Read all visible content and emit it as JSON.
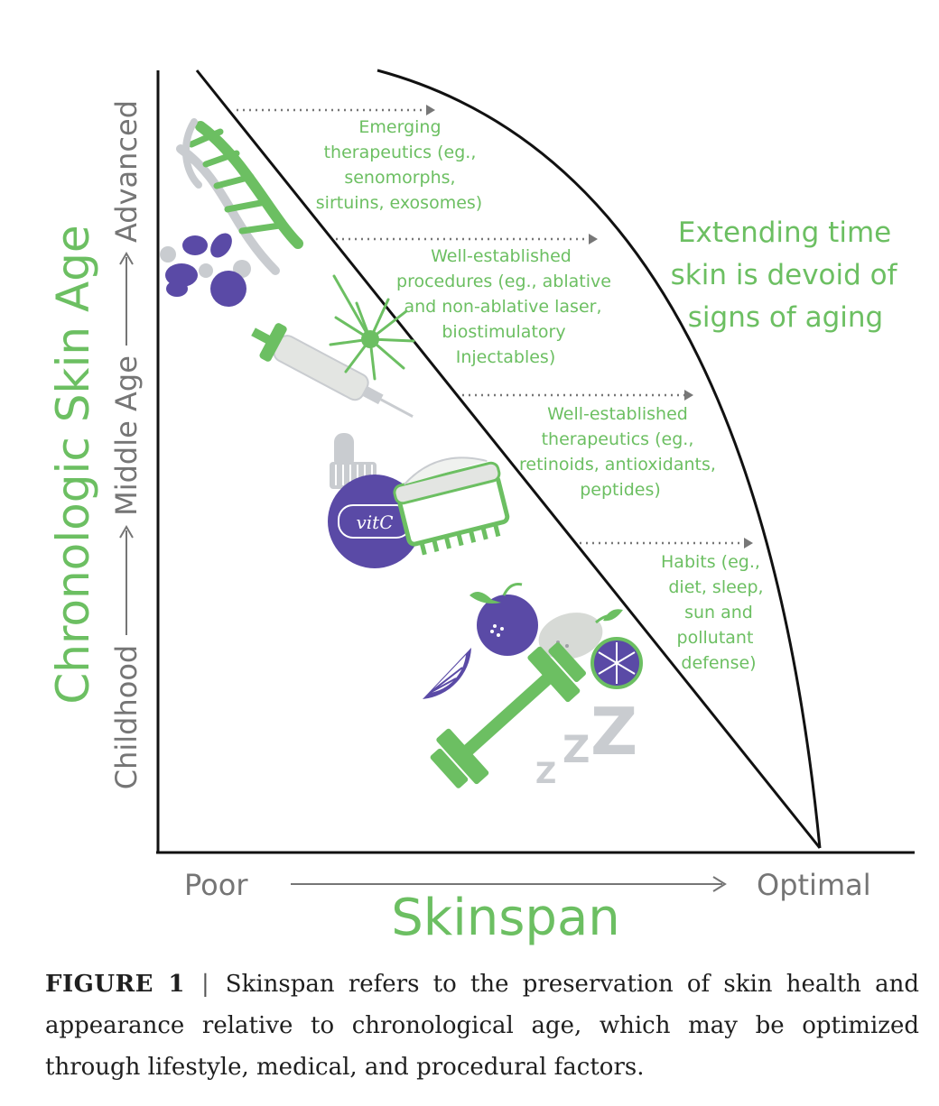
{
  "axes": {
    "y_title": "Chronologic Skin Age",
    "y_stage_low": "Childhood",
    "y_stage_mid": "Middle Age",
    "y_stage_high": "Advanced",
    "x_title": "Skinspan",
    "x_low": "Poor",
    "x_high": "Optimal"
  },
  "callout": {
    "lines": [
      "Extending time",
      "skin is devoid of",
      "signs of aging"
    ]
  },
  "interventions": [
    {
      "lines": [
        "Emerging",
        "therapeutics (eg.,",
        "senomorphs,",
        "sirtuins, exosomes)"
      ]
    },
    {
      "lines": [
        "Well-established",
        "procedures (eg., ablative",
        "and non-ablative laser,",
        "biostimulatory",
        "Injectables)"
      ]
    },
    {
      "lines": [
        "Well-established",
        "therapeutics (eg.,",
        "retinoids, antioxidants,",
        "peptides)"
      ]
    },
    {
      "lines": [
        "Habits (eg.,",
        "diet, sleep,",
        "sun and",
        "pollutant",
        "defense)"
      ]
    }
  ],
  "illustrations": {
    "serum_label": "vitC",
    "sleep_letters": [
      "Z",
      "Z",
      "Z"
    ]
  },
  "caption": {
    "label": "FIGURE 1",
    "separator": "|",
    "text": "Skinspan refers to the preservation of skin health and appearance relative to chronological age, which may be optimized through lifestyle, medical, and procedural factors."
  },
  "colors": {
    "accent_green": "#6cbf62",
    "accent_purple": "#5a4aa6",
    "label_gray": "#757575",
    "line_black": "#111111"
  }
}
